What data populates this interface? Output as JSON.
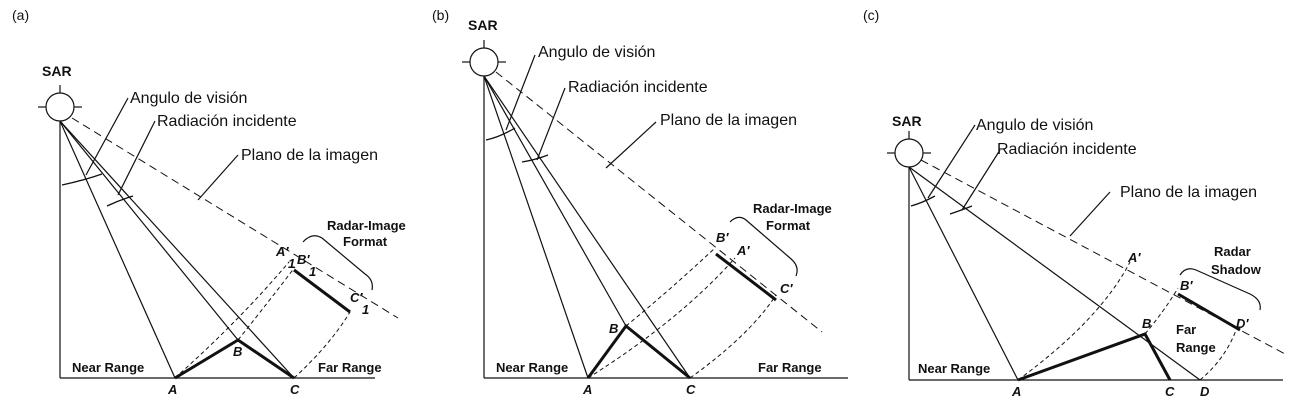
{
  "panels": [
    {
      "id": "a",
      "label": "(a)",
      "sar": "SAR",
      "angulo": "Angulo de visión",
      "radiacion": "Radiación incidente",
      "plano": "Plano de la imagen",
      "bracket_line1": "Radar-Image",
      "bracket_line2": "Format",
      "near": "Near Range",
      "far_line1": "Far Range",
      "far_line2": "",
      "pA": "A",
      "pB": "B",
      "pC": "C",
      "pD": "",
      "pA1": "A′",
      "pB1": "B′",
      "pC1": "C′",
      "pD1": "",
      "sub": "1"
    },
    {
      "id": "b",
      "label": "(b)",
      "sar": "SAR",
      "angulo": "Angulo de visión",
      "radiacion": "Radiación incidente",
      "plano": "Plano de la imagen",
      "bracket_line1": "Radar-Image",
      "bracket_line2": "Format",
      "near": "Near Range",
      "far_line1": "Far Range",
      "far_line2": "",
      "pA": "A",
      "pB": "B",
      "pC": "C",
      "pD": "",
      "pA1": "A′",
      "pB1": "B′",
      "pC1": "C′",
      "pD1": "",
      "sub": ""
    },
    {
      "id": "c",
      "label": "(c)",
      "sar": "SAR",
      "angulo": "Angulo de visión",
      "radiacion": "Radiación incidente",
      "plano": "Plano de la imagen",
      "bracket_line1": "Radar",
      "bracket_line2": "Shadow",
      "near": "Near Range",
      "far_line1": "Far",
      "far_line2": "Range",
      "pA": "A",
      "pB": "B",
      "pC": "C",
      "pD": "D",
      "pA1": "A′",
      "pB1": "B′",
      "pC1": "",
      "pD1": "D′",
      "sub": ""
    }
  ]
}
